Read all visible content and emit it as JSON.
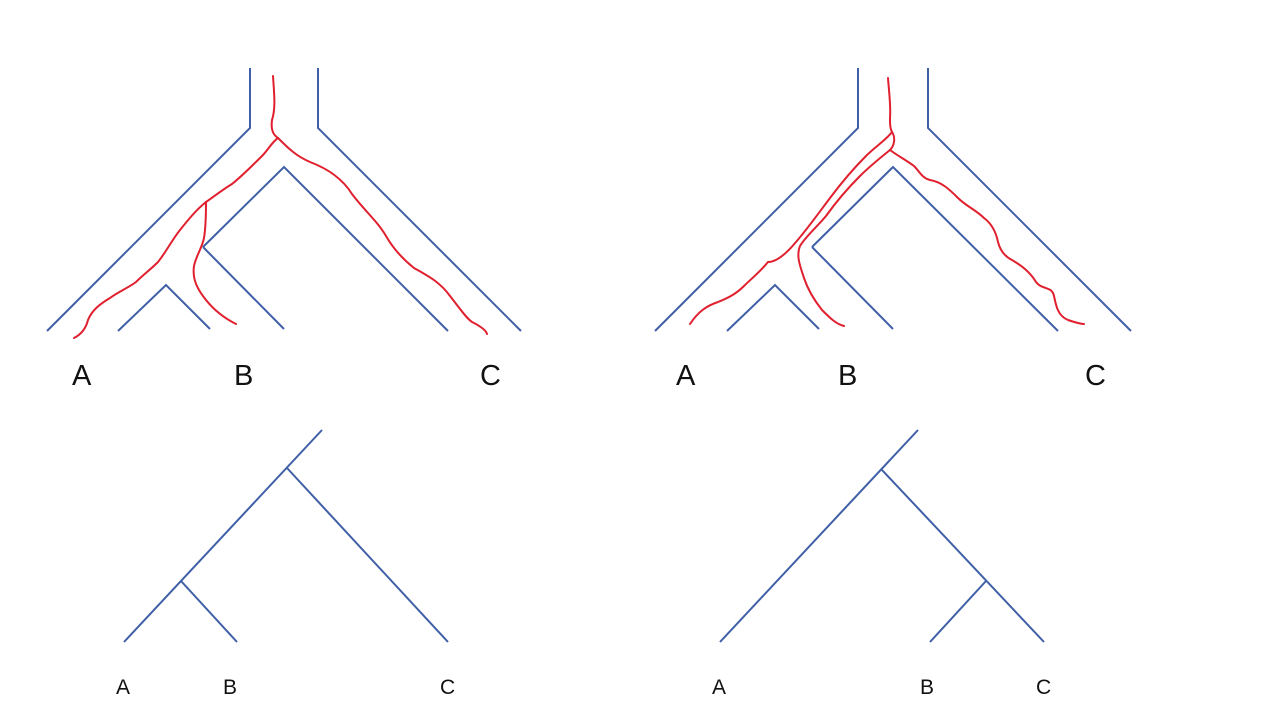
{
  "panels": {
    "top_left": {
      "tips": [
        "A",
        "B",
        "C"
      ]
    },
    "top_right": {
      "tips": [
        "A",
        "B",
        "C"
      ]
    },
    "bottom_left": {
      "tips": [
        "A",
        "B",
        "C"
      ]
    },
    "bottom_right": {
      "tips": [
        "A",
        "B",
        "C"
      ]
    }
  },
  "colors": {
    "species_tree": "#3f5fa6",
    "gene_tree": "#e0202e"
  }
}
